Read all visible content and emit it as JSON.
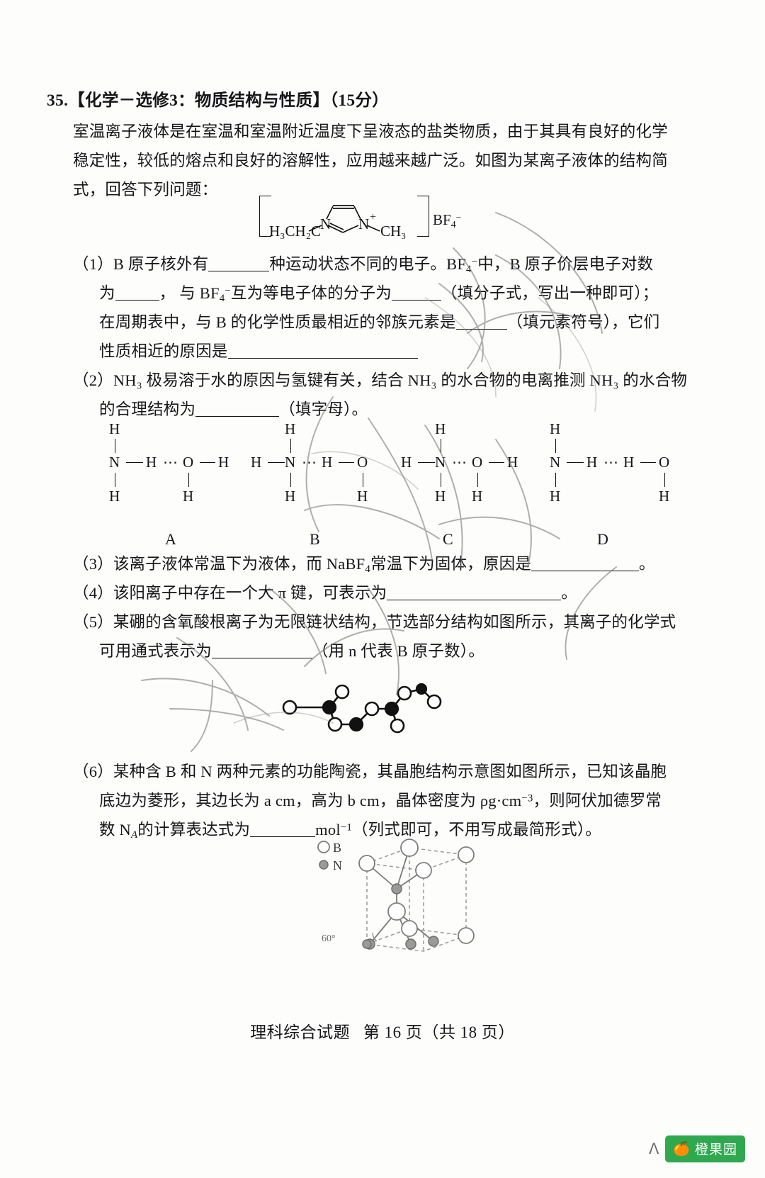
{
  "document": {
    "question_number": "35.",
    "title": "【化学－选修3：物质结构与性质】（15分）",
    "intro_line1": "室温离子液体是在室温和室温附近温度下呈液态的盐类物质，由于其具有良好的化学",
    "intro_line2": "稳定性，较低的熔点和良好的溶解性，应用越来越广泛。如图为某离子液体的结构简",
    "intro_line3": "式，回答下列问题："
  },
  "cation_formula": {
    "left_group": "H₃CH₂C",
    "right_group": "CH₃",
    "nitrogen_left": "N",
    "nitrogen_right": "N",
    "charge": "+",
    "anion": "BF",
    "anion_sub": "4",
    "anion_charge": "−"
  },
  "questions": {
    "q1": {
      "label": "（1）",
      "line1_a": "B 原子核外有",
      "line1_b": "种运动状态不同的电子。BF",
      "line1_sub": "4",
      "line1_sup": "−",
      "line1_c": "中，B 原子价层电子对数",
      "line2_a": "为",
      "line2_b": "，  与 BF",
      "line2_sub": "4",
      "line2_sup": "−",
      "line2_c": "互为等电子体的分子为",
      "line2_d": "（填分子式，写出一种即可）；",
      "line3_a": "在周期表中，与 B 的化学性质最相近的邻族元素是",
      "line3_b": "（填元素符号），它们",
      "line4_a": "性质相近的原因是"
    },
    "q2": {
      "label": "（2）",
      "line1": "NH₃ 极易溶于水的原因与氢键有关，结合 NH₃ 的水合物的电离推测 NH₃ 的水合物",
      "line2_a": "的合理结构为",
      "line2_b": "（填字母）。"
    },
    "q3": {
      "label": "（3）",
      "text_a": "该离子液体常温下为液体，而 NaBF",
      "sub": "4",
      "text_b": "常温下为固体，原因是",
      "text_c": "。"
    },
    "q4": {
      "label": "（4）",
      "text_a": "该阳离子中存在一个大 π 键，可表示为",
      "text_b": "。"
    },
    "q5": {
      "label": "（5）",
      "line1": "某硼的含氧酸根离子为无限链状结构，节选部分结构如图所示，其离子的化学式",
      "line2_a": "可用通式表示为",
      "line2_b": "（用 n 代表 B 原子数）。"
    },
    "q6": {
      "label": "（6）",
      "line1": "某种含 B 和 N 两种元素的功能陶瓷，其晶胞结构示意图如图所示，已知该晶胞",
      "line2_a": "底边为菱形，其边长为 a cm，高为 b cm，晶体密度为 ρg·cm",
      "line2_sup": "−3",
      "line2_b": "，则阿伏加德罗常",
      "line3_a": "数 N",
      "line3_sub": "A",
      "line3_b": "的计算表达式为",
      "line3_c": "mol",
      "line3_sup": "−1",
      "line3_d": "（列式即可，不用写成最简形式）。"
    }
  },
  "nh3_structures": [
    {
      "letter": "A",
      "top_h": "H",
      "bottom_left_h": "H",
      "bottom_right_h": "H",
      "chain": [
        "N",
        "—",
        "H",
        "⋯",
        "O",
        "—",
        "H"
      ]
    },
    {
      "letter": "B",
      "top_h": "H",
      "bottom_left_h": "H",
      "bottom_right_h": "H",
      "chain": [
        "H",
        "—",
        "N",
        "⋯",
        "H",
        "—",
        "O"
      ]
    },
    {
      "letter": "C",
      "top_h": "H",
      "bottom_left_h": "H",
      "bottom_right_h": "H",
      "chain": [
        "H",
        "—",
        "N",
        "⋯",
        "O",
        "—",
        "H"
      ]
    },
    {
      "letter": "D",
      "top_h": "H",
      "bottom_left_h": "H",
      "bottom_right_h": "H",
      "chain": [
        "N",
        "—",
        "H",
        "⋯",
        "H",
        "—",
        "O"
      ]
    }
  ],
  "crystal_legend": {
    "b_label": "B",
    "n_label": "N",
    "angle": "60°"
  },
  "footer": {
    "subject": "理科综合试题",
    "page": "第 16 页（共 18 页）"
  },
  "watermark_logo": {
    "text": "橙果园"
  },
  "colors": {
    "ink": "#16161a",
    "paper": "#fdfdfb",
    "logo_green": "#2fa84f",
    "atom_gray": "#8b8b8b"
  }
}
